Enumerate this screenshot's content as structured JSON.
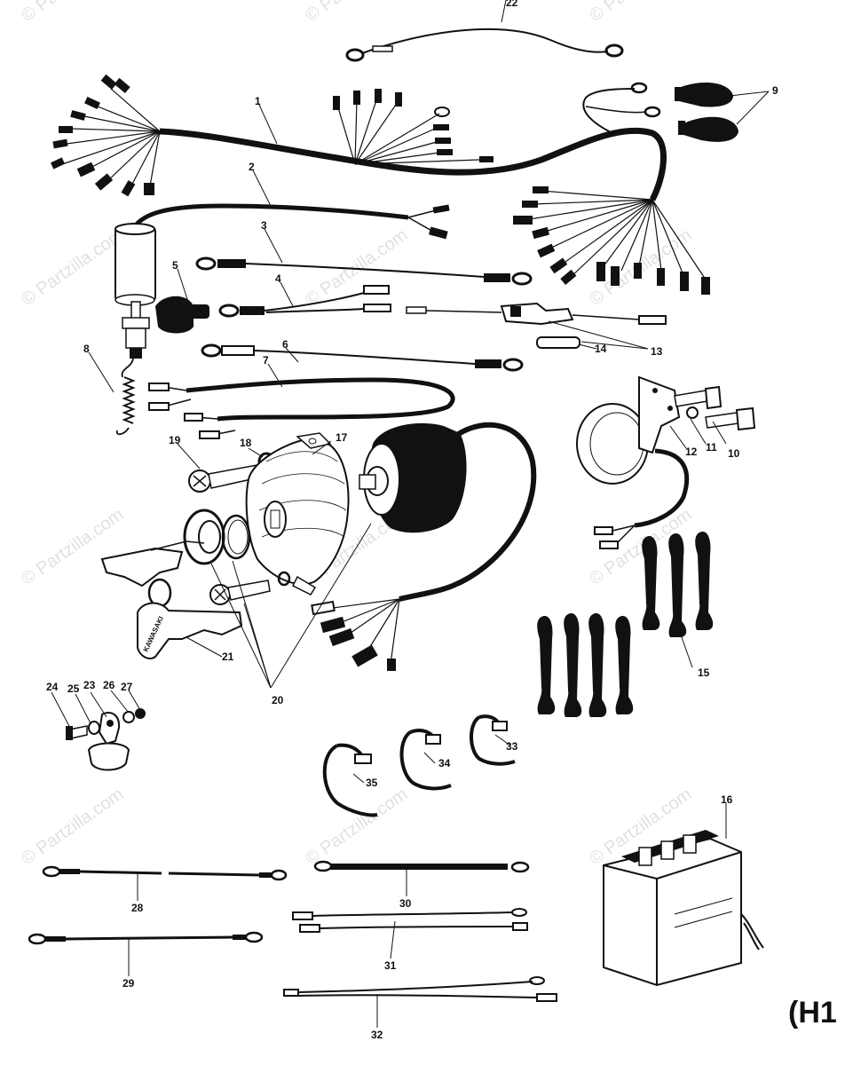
{
  "watermark": "© Partzilla.com",
  "diagram_code": "(H1",
  "key_brand": "KAWASAKI",
  "callouts": {
    "c1": "1",
    "c2": "2",
    "c3": "3",
    "c4": "4",
    "c5": "5",
    "c6": "6",
    "c7": "7",
    "c8": "8",
    "c9": "9",
    "c10": "10",
    "c11": "11",
    "c12": "12",
    "c13": "13",
    "c14": "14",
    "c15": "15",
    "c16": "16",
    "c17": "17",
    "c18": "18",
    "c19": "19",
    "c20": "20",
    "c21": "21",
    "c22": "22",
    "c23": "23",
    "c24": "24",
    "c25": "25",
    "c26": "26",
    "c27": "27",
    "c28": "28",
    "c29": "29",
    "c30": "30",
    "c31": "31",
    "c32": "32",
    "c33": "33",
    "c34": "34",
    "c35": "35"
  }
}
